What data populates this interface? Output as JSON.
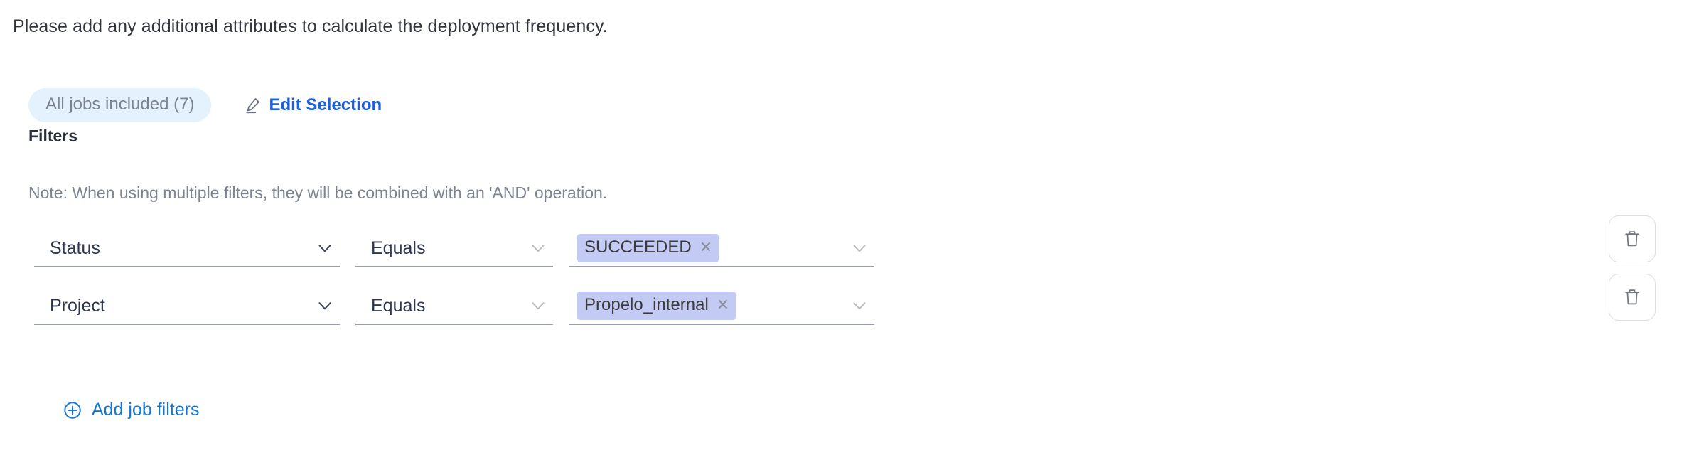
{
  "intro": {
    "text": "Please add any additional attributes to calculate the deployment frequency."
  },
  "selection": {
    "jobs_pill_label": "All jobs included (7)",
    "edit_label": "Edit Selection",
    "pencil_icon": "pencil-icon",
    "pill_bg": "#e3f2fd",
    "pill_text_color": "#7c8493",
    "link_color": "#1f5fdb"
  },
  "filters": {
    "title": "Filters",
    "note": "Note: When using multiple filters, they will be combined with an 'AND' operation.",
    "chip_bg": "#c3cbf5",
    "rows": [
      {
        "attribute": "Status",
        "operator": "Equals",
        "values": [
          "SUCCEEDED"
        ],
        "remove_icon": "close-icon",
        "delete_icon": "trash-icon",
        "attr_chevron": "chevron-down-icon",
        "op_chevron": "chevron-down-icon",
        "value_chevron": "chevron-down-icon"
      },
      {
        "attribute": "Project",
        "operator": "Equals",
        "values": [
          "Propelo_internal"
        ],
        "remove_icon": "close-icon",
        "delete_icon": "trash-icon",
        "attr_chevron": "chevron-down-icon",
        "op_chevron": "chevron-down-icon",
        "value_chevron": "chevron-down-icon"
      }
    ]
  },
  "add_filters": {
    "label": "Add job filters",
    "icon": "plus-circle-icon",
    "color": "#1677d3"
  }
}
